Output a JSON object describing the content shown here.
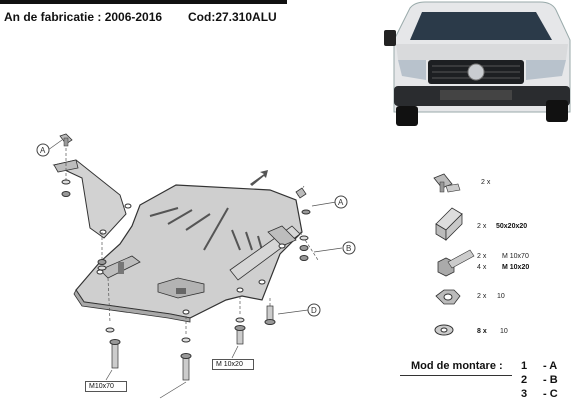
{
  "header": {
    "year_label": "An de fabricatie : 2006-2016",
    "code_label": "Cod:27.310ALU"
  },
  "callouts": {
    "a_left": "A",
    "a_right": "A",
    "b": "B",
    "d": "D"
  },
  "bolt_labels": {
    "left": "M10x70",
    "right": "M 10x20"
  },
  "parts": [
    {
      "qty": "2 x",
      "spec": ""
    },
    {
      "qty": "2 x",
      "spec": "50x20x20"
    },
    {
      "qty": "2 x",
      "spec": "M 10x70"
    },
    {
      "qty": "4 x",
      "spec": "M 10x20"
    },
    {
      "qty": "2 x",
      "spec": "10"
    },
    {
      "qty": "8 x",
      "spec": "10"
    }
  ],
  "mounting": {
    "title": "Mod de montare :",
    "rows": [
      {
        "num": "1",
        "letter": "- A"
      },
      {
        "num": "2",
        "letter": "- B"
      },
      {
        "num": "3",
        "letter": "- C"
      }
    ]
  },
  "colors": {
    "plate": "#cfcfcf",
    "plate_edge": "#333333",
    "van_body": "#e6e7e9"
  }
}
